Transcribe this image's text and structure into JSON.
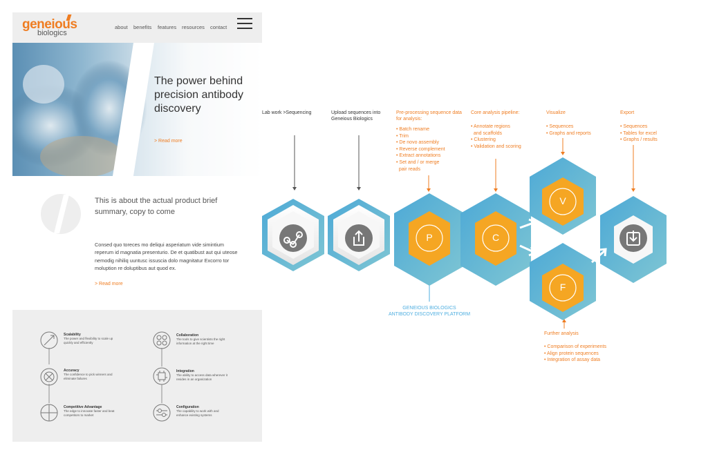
{
  "website": {
    "logo": {
      "brand_top": "geneious",
      "brand_bottom": "biologics"
    },
    "nav": [
      "about",
      "benefits",
      "features",
      "resources",
      "contact"
    ],
    "hero": {
      "title": "The power behind precision antibody discovery",
      "read_more": "> Read more"
    },
    "summary": "This is about the actual product brief summary, copy to come",
    "body": "Consed quo toreces mo deliqui asperiatum vide simintium reperum id magnatia presenturio. De et quatibust aut qui uteose nemodig nihiliq uuntusc issuscia dolo magnitatur Excorro tor moluption re doluptibus aut quod ex.",
    "read_more": "> Read more",
    "features": [
      {
        "title": "Scalability",
        "text": "The power and flexibility to scale up quickly and efficiently",
        "icon": "scale-icon"
      },
      {
        "title": "Accuracy",
        "text": "The confidence to pick winners and eliminate failures",
        "icon": "accuracy-icon"
      },
      {
        "title": "Competitive Advantage",
        "text": "The edge to innovate faster and beat competitors to market",
        "icon": "advantage-icon"
      },
      {
        "title": "Collaboration",
        "text": "The tools to give scientists the right information at the right time",
        "icon": "collaboration-icon"
      },
      {
        "title": "Integration",
        "text": "The ability to access data wherever it resides in an organization",
        "icon": "integration-icon"
      },
      {
        "title": "Configuration",
        "text": "The capability to work with and enhance existing systems",
        "icon": "configuration-icon"
      }
    ]
  },
  "workflow": {
    "steps": [
      {
        "title": "Lab work >Sequencing",
        "items": []
      },
      {
        "title": "Upload sequences into Geneious Biologics",
        "items": []
      },
      {
        "title": "Pre-processing sequence data for analysis:",
        "items": [
          "• Batch rename",
          "• Trim",
          "• De novo assembly",
          "• Reverse complement",
          "• Extract annotations",
          "• Set and / or merge",
          "  pair reads"
        ]
      },
      {
        "title": "Core analysis pipeline:",
        "items": [
          "• Annotate regions",
          "  and scaffolds",
          "• Clustering",
          "• Validation and scoring"
        ]
      },
      {
        "title": "Visualize",
        "items": [
          "• Sequences",
          "• Graphs and reports"
        ]
      },
      {
        "title": "Export",
        "items": [
          "• Sequences",
          "• Tables for excel",
          "• Graphs / results"
        ]
      }
    ],
    "hex_letters": {
      "p": "P",
      "c": "C",
      "v": "V",
      "f": "F"
    },
    "platform_label": [
      "GENEIOUS BIOLOGICS",
      "ANTIBODY DISCOVERY PLATFORM"
    ],
    "further": {
      "title": "Further analysis",
      "items": [
        "• Comparison of experiments",
        "• Align protein sequences",
        "• Integration of assay data"
      ]
    },
    "colors": {
      "orange": "#f5a623",
      "blue": "#4eaee0",
      "teal": "#5fb7c9"
    }
  }
}
